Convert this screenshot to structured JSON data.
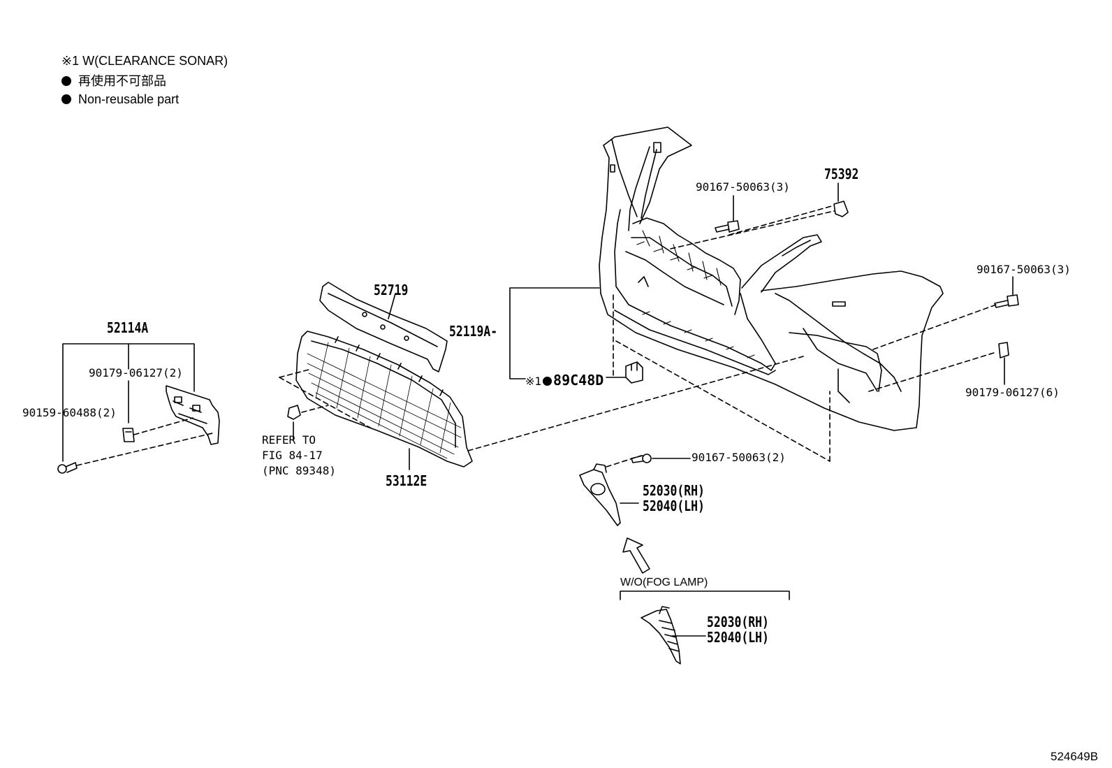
{
  "legend": {
    "line1": "※1 W(CLEARANCE SONAR)",
    "line2": "再使用不可部品",
    "line3": "Non-reusable part"
  },
  "labels": {
    "p52114A": "52114A",
    "p90179_06127_2": "90179-06127(2)",
    "p90159_60488_2": "90159-60488(2)",
    "p52719": "52719",
    "p52119A": "52119A-",
    "p89C48D_prefix": "※1",
    "p89C48D": "89C48D",
    "p53112E": "53112E",
    "refer_line1": "REFER TO",
    "refer_line2": "FIG 84-17",
    "refer_line3": "(PNC 89348)",
    "p90167_50063_3_top": "90167-50063(3)",
    "p75392": "75392",
    "p90167_50063_3_right": "90167-50063(3)",
    "p90179_06127_6": "90179-06127(6)",
    "p90167_50063_2": "90167-50063(2)",
    "p52030_rh_a": "52030(RH)",
    "p52040_lh_a": "52040(LH)",
    "wo_fog": "W/O(FOG LAMP)",
    "p52030_rh_b": "52030(RH)",
    "p52040_lh_b": "52040(LH)",
    "figure_id": "524649B"
  }
}
